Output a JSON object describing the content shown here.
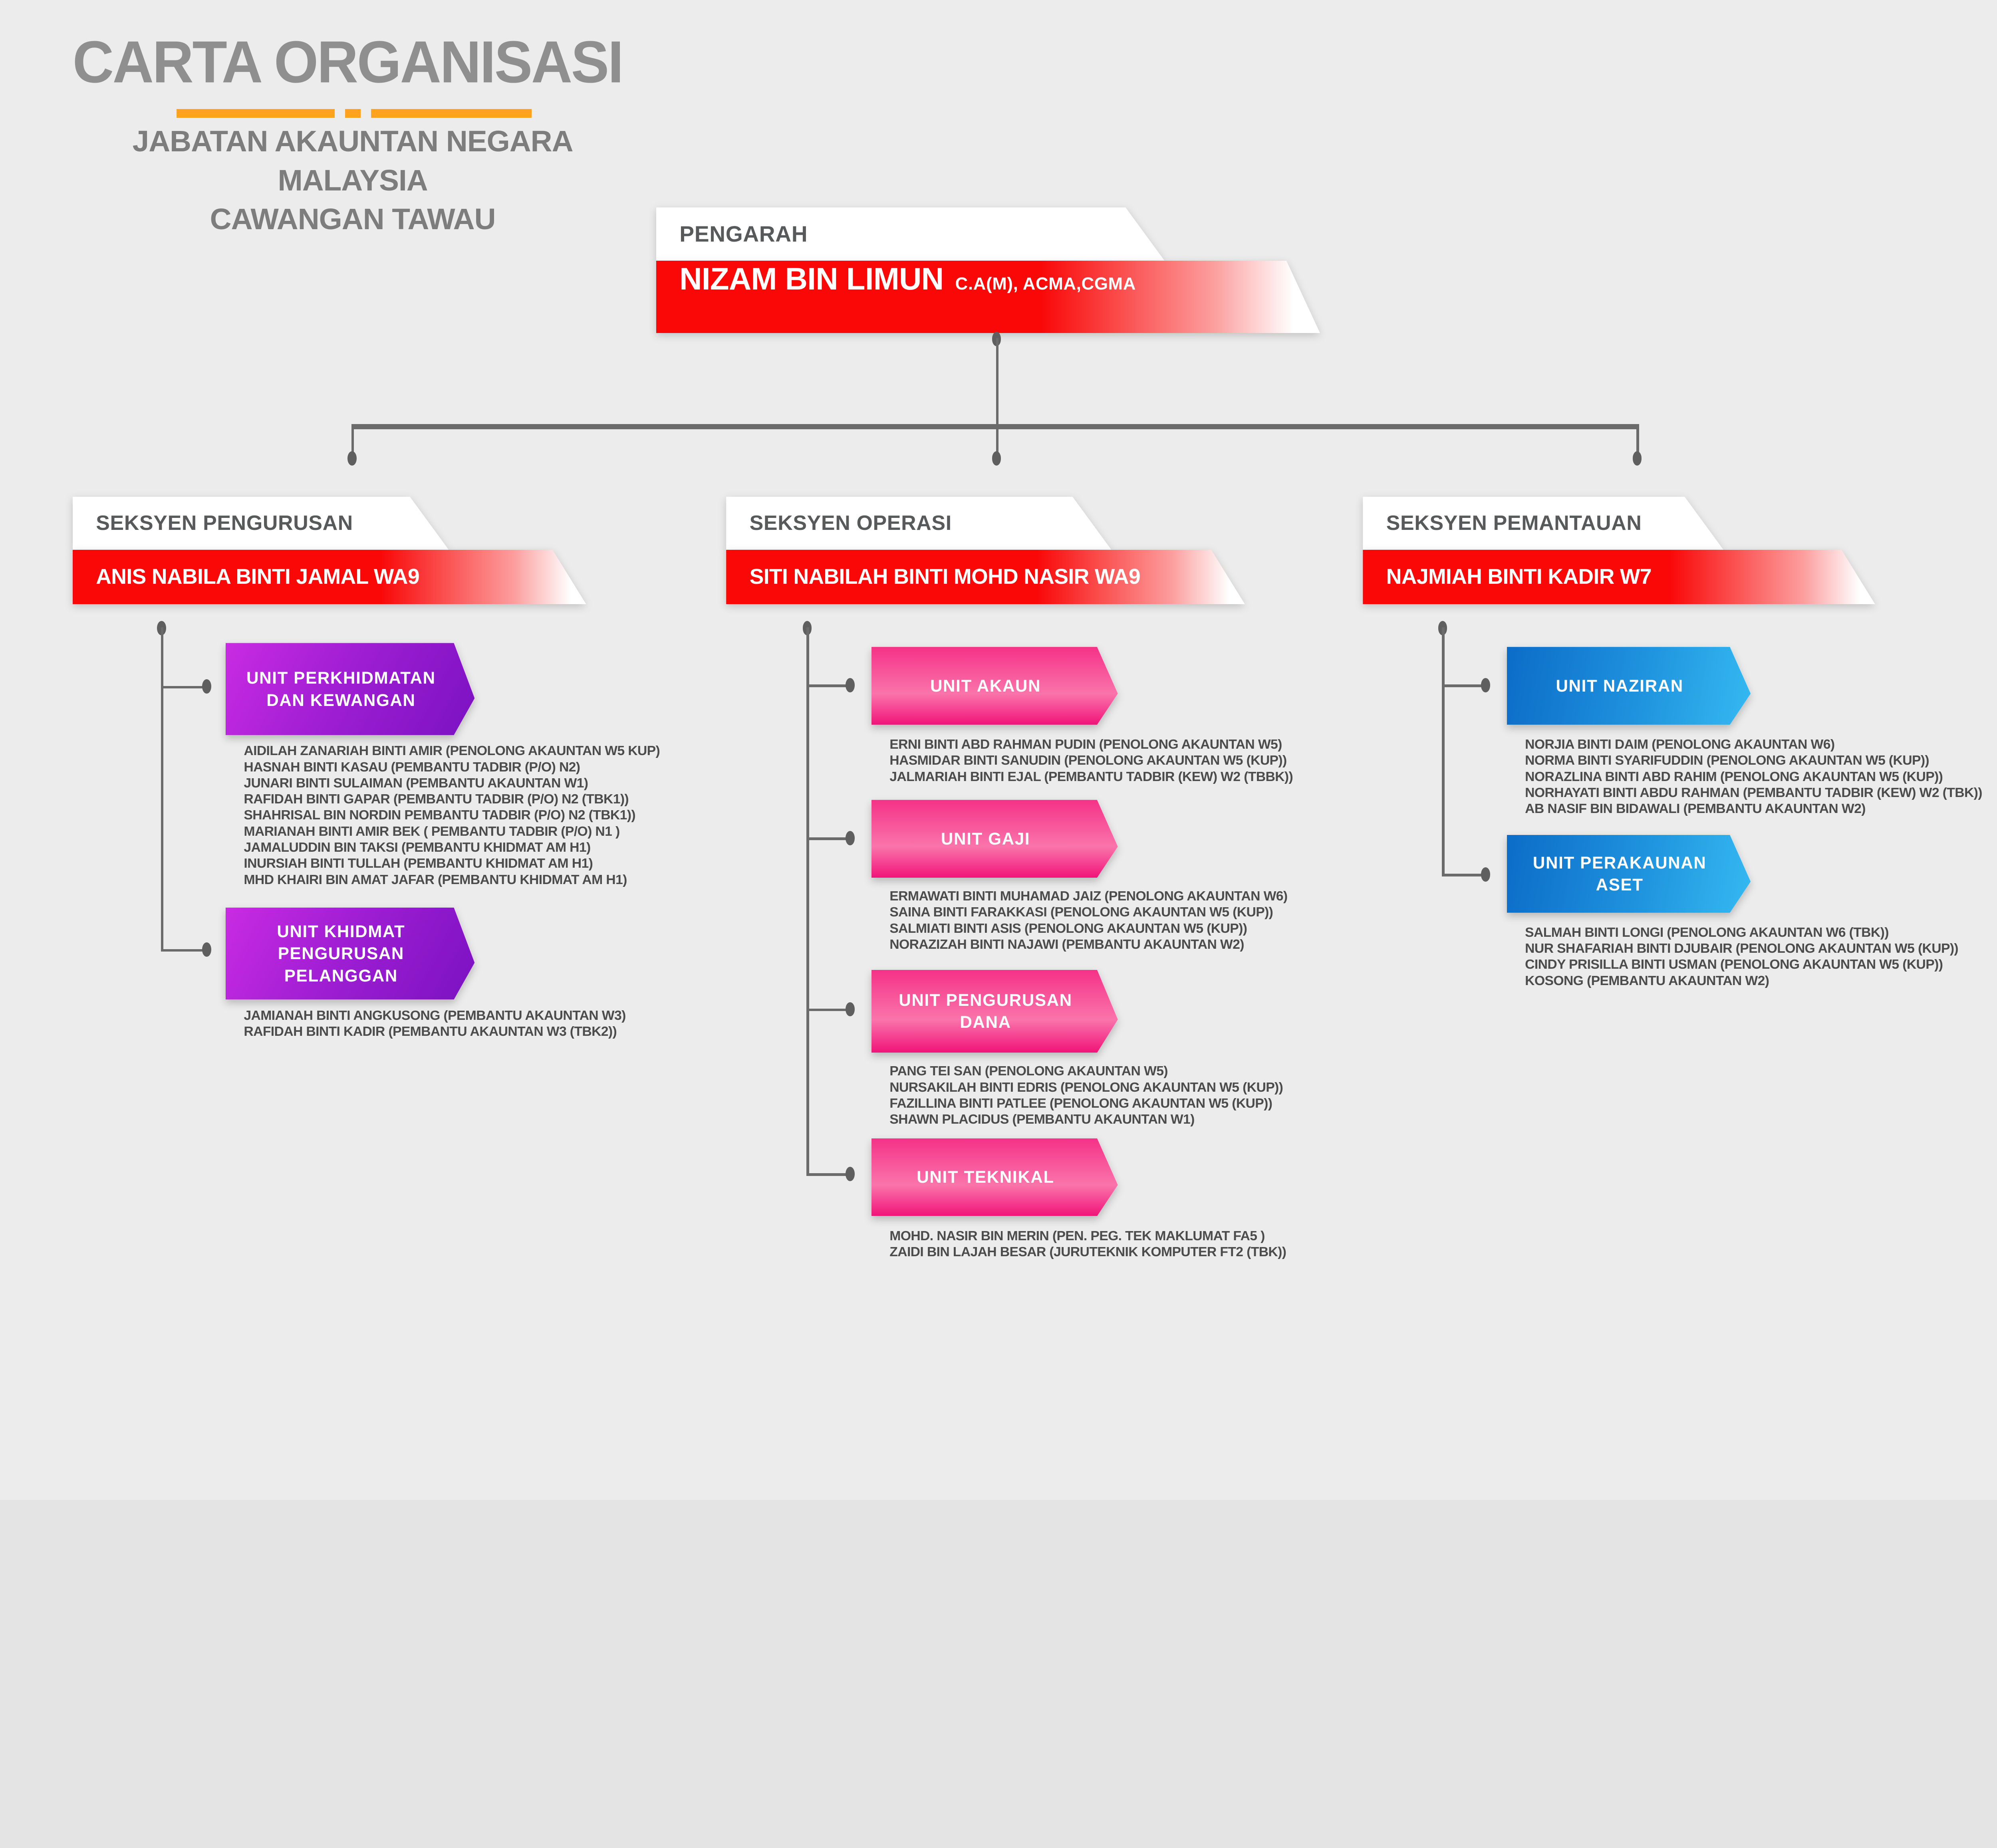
{
  "title": {
    "heading": "CARTA ORGANISASI",
    "line1": "JABATAN AKAUNTAN NEGARA MALAYSIA",
    "line2": "CAWANGAN TAWAU"
  },
  "director": {
    "role_label": "PENGARAH",
    "name": "NIZAM BIN LIMUN",
    "credentials": "C.A(M), ACMA,CGMA"
  },
  "sections": [
    {
      "label": "SEKSYEN PENGURUSAN",
      "head": "ANIS NABILA BINTI JAMAL WA9",
      "accent": "#8A16C9",
      "units": [
        {
          "label": "UNIT PERKHIDMATAN DAN KEWANGAN",
          "staff": [
            "AIDILAH ZANARIAH BINTI AMIR (PENOLONG AKAUNTAN W5 KUP)",
            "HASNAH BINTI KASAU (PEMBANTU TADBIR (P/O) N2)",
            "JUNARI BINTI SULAIMAN (PEMBANTU AKAUNTAN W1)",
            "RAFIDAH BINTI GAPAR (PEMBANTU TADBIR (P/O) N2 (TBK1))",
            "SHAHRISAL BIN NORDIN PEMBANTU TADBIR (P/O) N2 (TBK1))",
            "MARIANAH BINTI AMIR BEK ( PEMBANTU TADBIR (P/O) N1 )",
            "JAMALUDDIN BIN TAKSI (PEMBANTU KHIDMAT AM H1)",
            "INURSIAH BINTI TULLAH (PEMBANTU KHIDMAT AM H1)",
            "MHD KHAIRI BIN AMAT JAFAR (PEMBANTU KHIDMAT AM H1)"
          ]
        },
        {
          "label": "UNIT KHIDMAT PENGURUSAN PELANGGAN",
          "staff": [
            "JAMIANAH BINTI ANGKUSONG (PEMBANTU AKAUNTAN W3)",
            "RAFIDAH BINTI KADIR (PEMBANTU AKAUNTAN W3 (TBK2))"
          ]
        }
      ]
    },
    {
      "label": "SEKSYEN OPERASI",
      "head": "SITI NABILAH BINTI MOHD NASIR WA9",
      "accent": "#F3207F",
      "units": [
        {
          "label": "UNIT AKAUN",
          "staff": [
            "ERNI BINTI ABD RAHMAN PUDIN (PENOLONG AKAUNTAN W5)",
            "HASMIDAR BINTI SANUDIN  (PENOLONG AKAUNTAN W5 (KUP))",
            "JALMARIAH BINTI EJAL (PEMBANTU TADBIR (KEW) W2 (TBBK))"
          ]
        },
        {
          "label": "UNIT GAJI",
          "staff": [
            "ERMAWATI BINTI MUHAMAD JAIZ (PENOLONG AKAUNTAN W6)",
            "SAINA BINTI FARAKKASI  (PENOLONG AKAUNTAN W5 (KUP))",
            "SALMIATI BINTI ASIS (PENOLONG AKAUNTAN W5 (KUP))",
            "NORAZIZAH BINTI NAJAWI (PEMBANTU AKAUNTAN W2)"
          ]
        },
        {
          "label": "UNIT PENGURUSAN DANA",
          "staff": [
            "PANG TEI SAN (PENOLONG AKAUNTAN W5)",
            "NURSAKILAH BINTI EDRIS (PENOLONG AKAUNTAN W5 (KUP))",
            "FAZILLINA BINTI PATLEE (PENOLONG AKAUNTAN W5 (KUP))",
            "SHAWN PLACIDUS (PEMBANTU AKAUNTAN W1)"
          ]
        },
        {
          "label": "UNIT TEKNIKAL",
          "staff": [
            "MOHD. NASIR BIN MERIN (PEN. PEG. TEK MAKLUMAT FA5 )",
            "ZAIDI BIN LAJAH BESAR  (JURUTEKNIK KOMPUTER FT2 (TBK))"
          ]
        }
      ]
    },
    {
      "label": "SEKSYEN PEMANTAUAN",
      "head": "NAJMIAH BINTI KADIR W7",
      "accent": "#1E90DC",
      "units": [
        {
          "label": "UNIT NAZIRAN",
          "staff": [
            "NORJIA BINTI DAIM (PENOLONG AKAUNTAN W6)",
            "NORMA BINTI SYARIFUDDIN (PENOLONG AKAUNTAN W5 (KUP))",
            "NORAZLINA BINTI ABD RAHIM (PENOLONG AKAUNTAN W5 (KUP))",
            "NORHAYATI BINTI ABDU RAHMAN (PEMBANTU TADBIR (KEW) W2 (TBK))",
            "AB NASIF BIN BIDAWALI (PEMBANTU AKAUNTAN W2)"
          ]
        },
        {
          "label": "UNIT PERAKAUNAN ASET",
          "staff": [
            "SALMAH BINTI LONGI (PENOLONG AKAUNTAN W6 (TBK))",
            "NUR SHAFARIAH BINTI DJUBAIR (PENOLONG AKAUNTAN W5 (KUP))",
            "CINDY PRISILLA BINTI USMAN  (PENOLONG AKAUNTAN W5 (KUP))",
            "KOSONG (PEMBANTU AKAUNTAN W2)"
          ]
        }
      ]
    }
  ],
  "colors": {
    "background": "#ECECEC",
    "ribbon_red": "#FA0808",
    "underline_orange": "#FFA21E",
    "connector_gray": "#6B6B6B",
    "staff_text": "#4C4C4C"
  }
}
